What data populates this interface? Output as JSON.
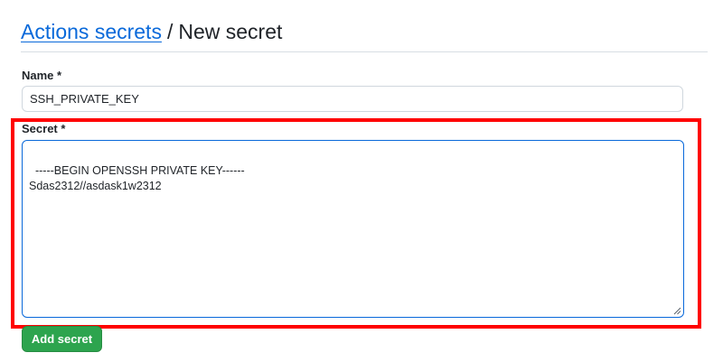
{
  "header": {
    "breadcrumb_link": "Actions secrets",
    "separator": "/",
    "current_page": "New secret"
  },
  "form": {
    "name_label": "Name *",
    "name_value": "SSH_PRIVATE_KEY",
    "secret_label": "Secret *",
    "secret_value": "-----BEGIN OPENSSH PRIVATE KEY------\nSdas2312//asdask1w2312",
    "submit_label": "Add secret"
  },
  "colors": {
    "link": "#0969da",
    "primary_button": "#2da44e",
    "focus_border": "#0969da",
    "highlight_annotation": "#ff0000"
  },
  "icons": {
    "textarea_resize": "resize-grip-icon"
  }
}
